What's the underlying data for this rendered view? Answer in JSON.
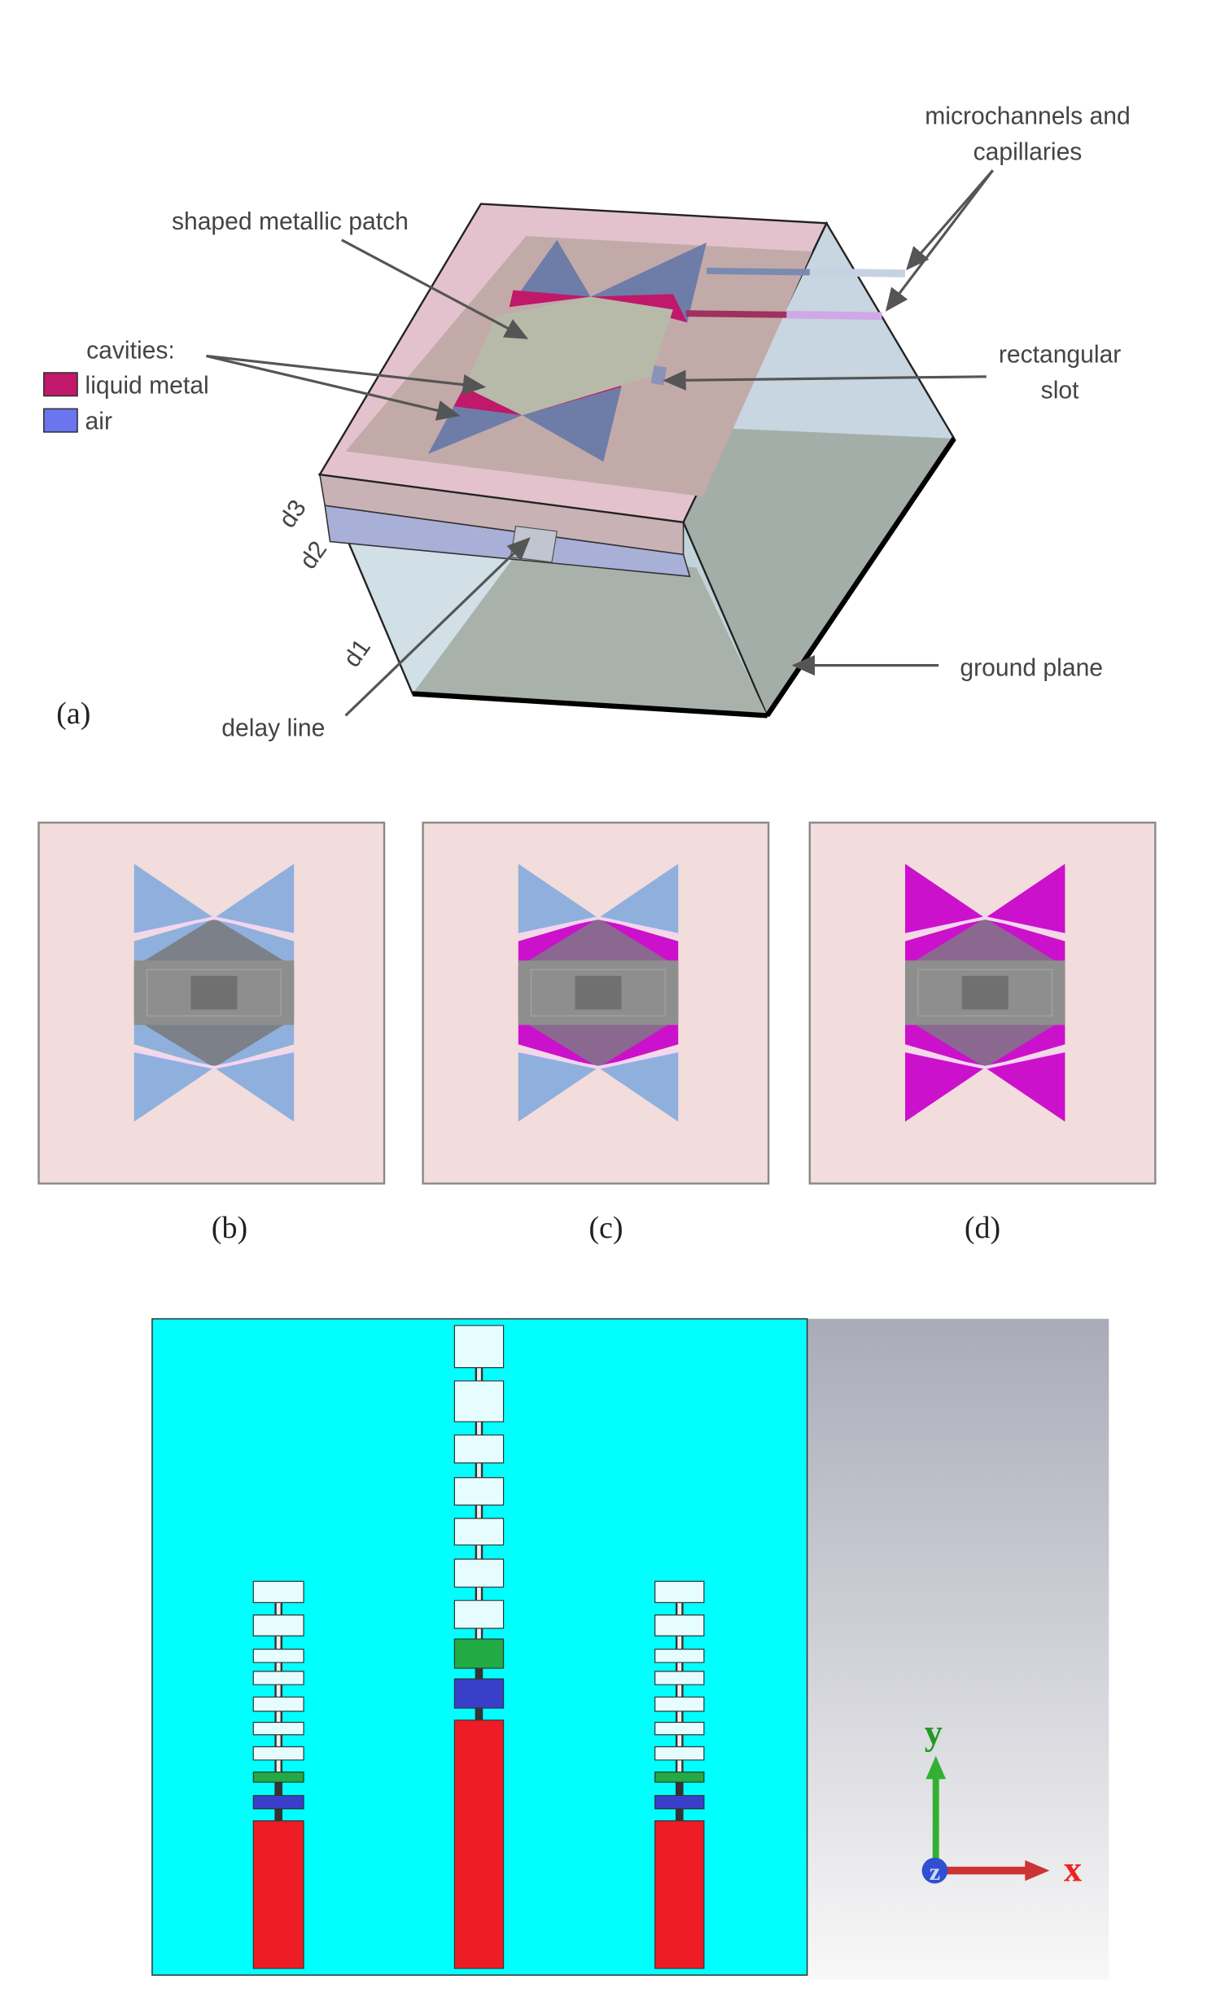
{
  "panel_a": {
    "caption": "(a)",
    "labels": {
      "microchannels_line1": "microchannels and",
      "microchannels_line2": "capillaries",
      "patch": "shaped metallic patch",
      "cavities": "cavities:",
      "liquid_metal": "liquid metal",
      "air": "air",
      "slot_line1": "rectangular",
      "slot_line2": "slot",
      "d3": "d3",
      "d2": "d2",
      "d1": "d1",
      "delay_line": "delay line",
      "ground_plane": "ground plane"
    },
    "colors": {
      "liquid_metal": "#c0186a",
      "air": "#6a78b0"
    }
  },
  "panels_bcd": [
    {
      "caption": "(b)",
      "state": "all air"
    },
    {
      "caption": "(c)",
      "state": "inner liquid metal"
    },
    {
      "caption": "(d)",
      "state": "all liquid metal"
    }
  ],
  "bottom_panel": {
    "axes": {
      "x": "x",
      "y": "y",
      "z": "z"
    },
    "colors": {
      "substrate": "#00ffff",
      "pixel": "#e6fdff",
      "green": "#22aa44",
      "blue": "#3a3fc8",
      "feed": "#ee1c25"
    }
  }
}
